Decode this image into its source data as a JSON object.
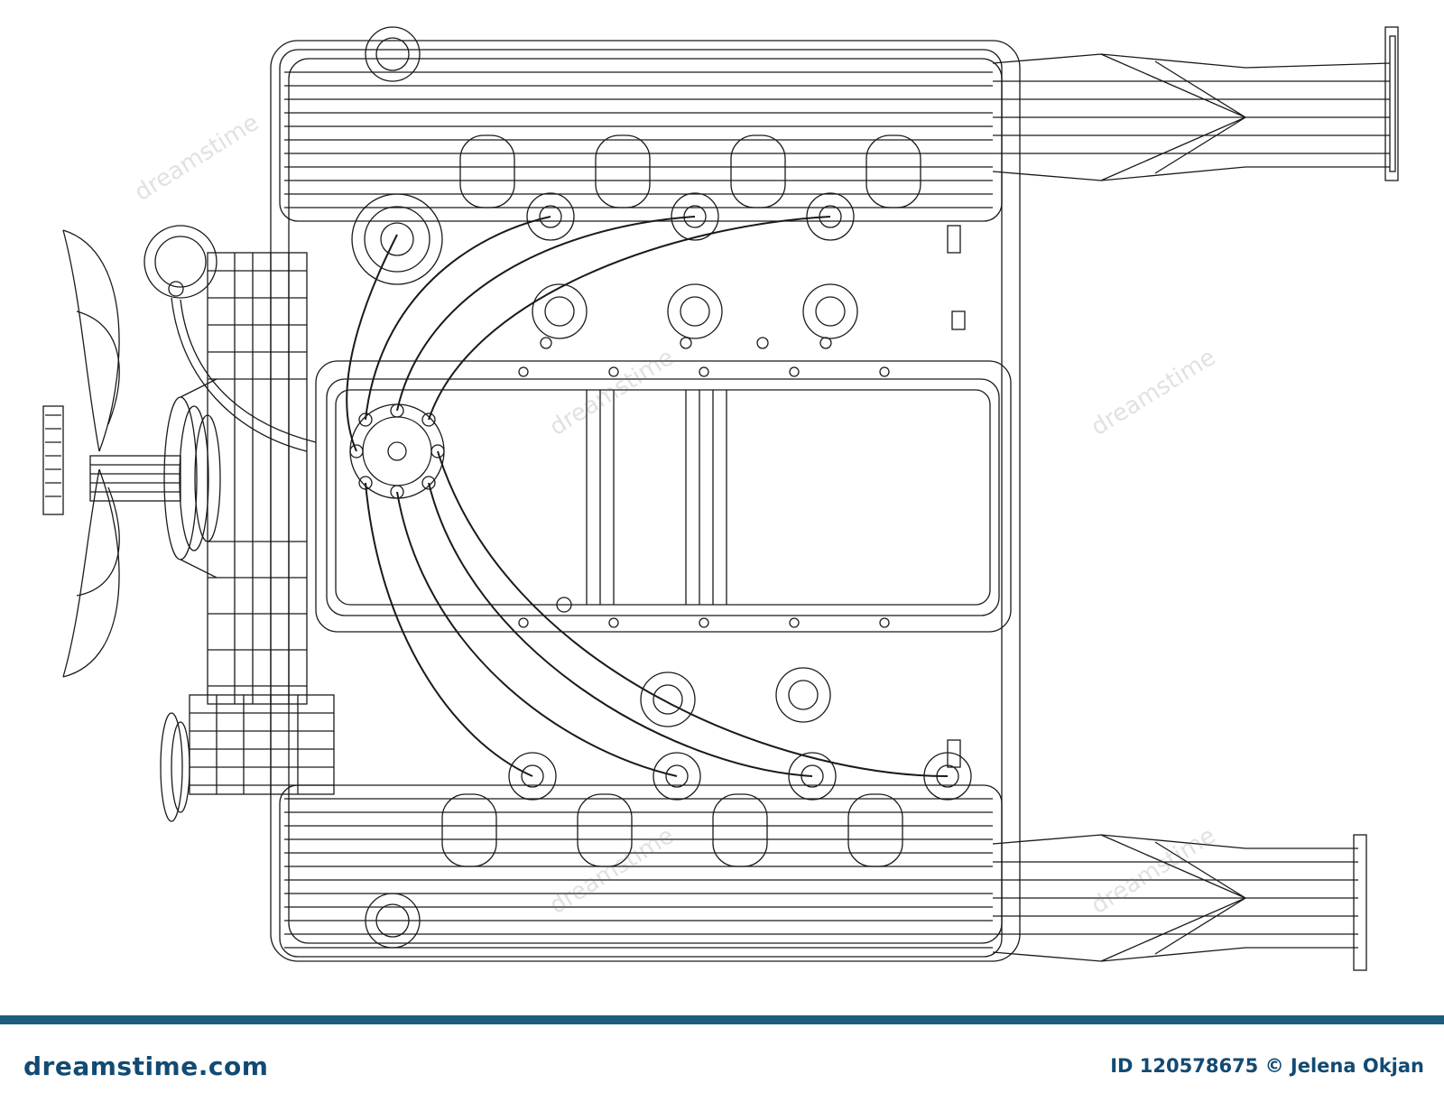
{
  "colors": {
    "lines": "#1a1a1a",
    "background": "#ffffff",
    "footer_stripe": "#1d5b7f",
    "footer_text": "#124a73"
  },
  "drawing": {
    "subject": "wireframe V8 engine with fan, pulleys, distributor and exhaust headers",
    "icon": "engine-wireframe"
  },
  "watermark": {
    "text": "dreamstime"
  },
  "footer": {
    "brand": "dreamstime.com",
    "credit": "ID 120578675 © Jelena Okjan"
  }
}
